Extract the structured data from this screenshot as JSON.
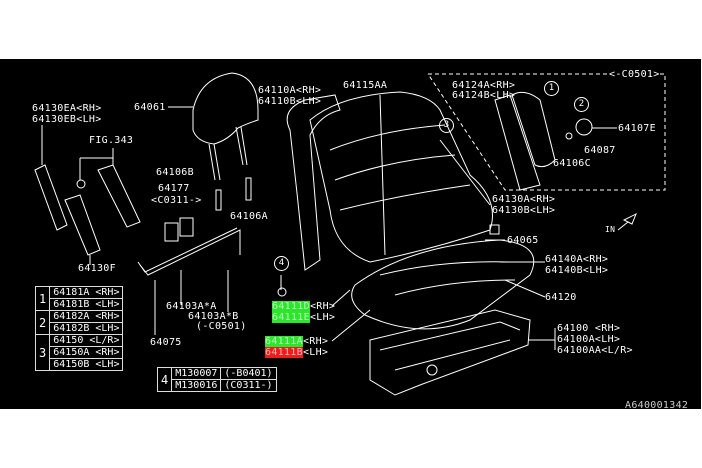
{
  "diagram": {
    "id": "A640001342",
    "labels": {
      "p64130EA": "64130EA<RH>",
      "p64130EB": "64130EB<LH>",
      "fig343": "FIG.343",
      "p64061": "64061",
      "p64106B": "64106B",
      "p64177": "64177",
      "p64177_note": "<C0311->",
      "p64106A": "64106A",
      "p64130F": "64130F",
      "p64110A": "64110A<RH>",
      "p64110B": "64110B<LH>",
      "p64115AA": "64115AA",
      "p64124A": "64124A<RH>",
      "p64124B": "64124B<LH>",
      "box_note": "<-C0501>",
      "p64107E": "64107E",
      "p64087": "64087",
      "p64106C": "64106C",
      "p64130A": "64130A<RH>",
      "p64130B": "64130B<LH>",
      "in_arrow": "IN",
      "p64065": "64065",
      "p64140A": "64140A<RH>",
      "p64140B": "64140B<LH>",
      "p64120": "64120",
      "p64100": "64100  <RH>",
      "p64100A": "64100A<LH>",
      "p64100AA": "64100AA<L/R>",
      "p64103AA": "64103A*A",
      "p64103AB": "64103A*B",
      "p64103_note": "(-C0501)",
      "p64075": "64075"
    },
    "highlighted": [
      {
        "part": "64111D",
        "suffix": "<RH>",
        "color": "#2ee52e"
      },
      {
        "part": "64111E",
        "suffix": "<LH>",
        "color": "#2ee52e"
      },
      {
        "part": "64111A",
        "suffix": "<RH>",
        "color": "#2ee52e"
      },
      {
        "part": "64111B",
        "suffix": "<LH>",
        "color": "#ee1c1c"
      }
    ],
    "callouts": [
      "1",
      "2",
      "3",
      "4"
    ],
    "legend_table": [
      {
        "ref": "1",
        "rows": [
          "64181A <RH>",
          "64181B <LH>"
        ]
      },
      {
        "ref": "2",
        "rows": [
          "64182A <RH>",
          "64182B <LH>"
        ]
      },
      {
        "ref": "3",
        "rows": [
          "64150  <L/R>",
          "64150A <RH>",
          "64150B <LH>"
        ]
      }
    ],
    "bolt_table": {
      "ref": "4",
      "rows": [
        {
          "part": "M130007",
          "note": "(-B0401)"
        },
        {
          "part": "M130016",
          "note": "(C0311-)"
        }
      ]
    }
  }
}
